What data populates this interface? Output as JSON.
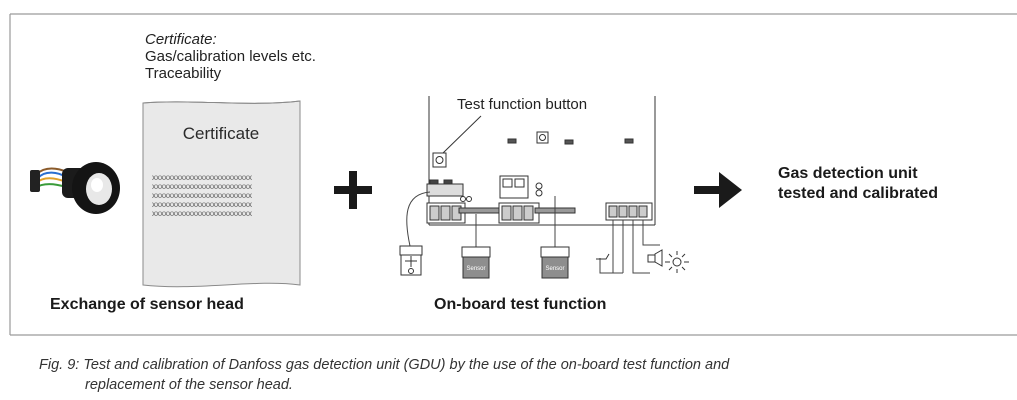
{
  "certificate_note": {
    "heading": "Certificate:",
    "line1": "Gas/calibration levels etc.",
    "line2": "Traceability"
  },
  "certificate_sheet": {
    "title": "Certificate",
    "lines": [
      "xxxxxxxxxxxxxxxxxxxxxxxxx",
      "xxxxxxxxxxxxxxxxxxxxxxxxx",
      "xxxxxxxxxxxxxxxxxxxxxxxxx",
      "xxxxxxxxxxxxxxxxxxxxxxxxx",
      "xxxxxxxxxxxxxxxxxxxxxxxxx"
    ]
  },
  "board": {
    "test_button_label": "Test function button",
    "sensor_label": "Sensor"
  },
  "labels": {
    "left": "Exchange of sensor head",
    "middle": "On-board test function",
    "result_line1": "Gas detection unit",
    "result_line2": "tested and calibrated"
  },
  "caption": {
    "line1": "Fig. 9: Test and calibration of Danfoss gas detection unit (GDU) by the use of the on-board test function and",
    "line2": "replacement of the sensor head."
  },
  "icons": [
    "sensor-head-icon",
    "plus-icon",
    "arrow-right-icon",
    "switch-icon",
    "horn-icon",
    "lamp-icon",
    "fan-icon"
  ]
}
